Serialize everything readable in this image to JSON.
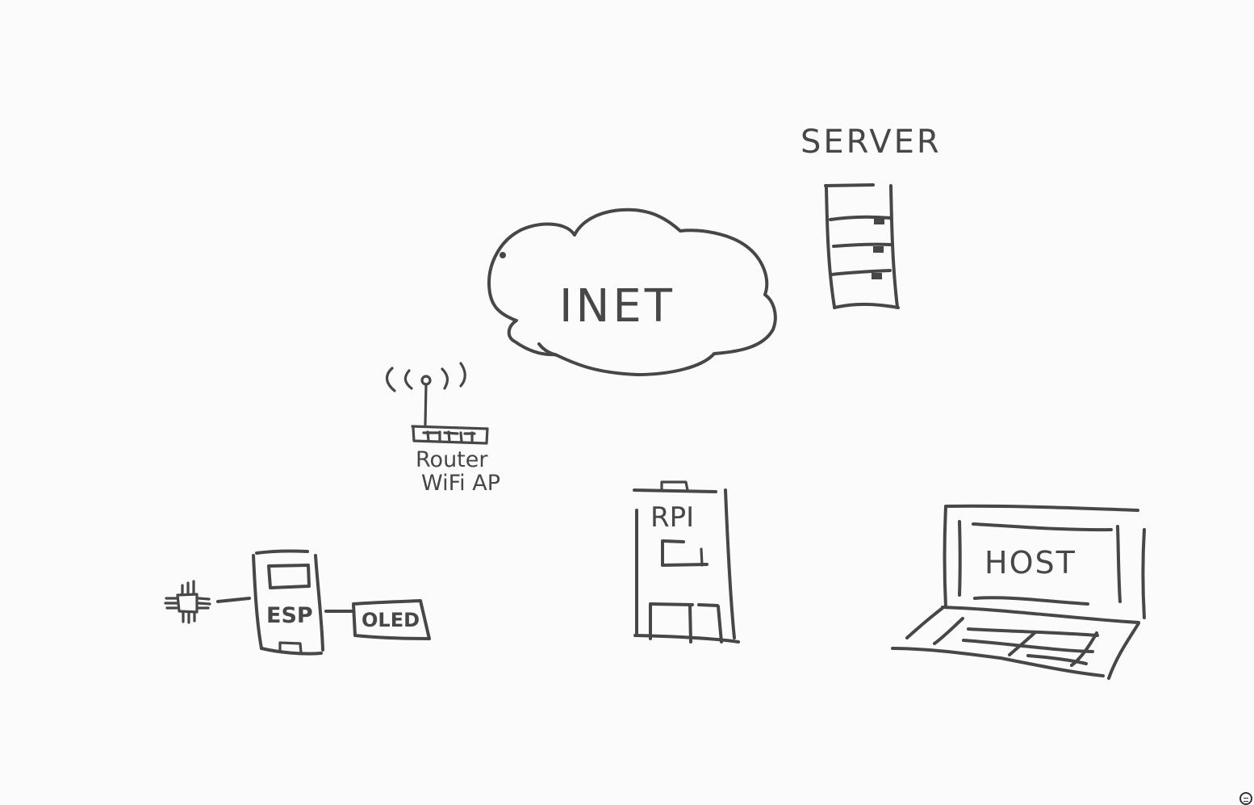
{
  "diagram": {
    "title": "Network sketch",
    "nodes": [
      {
        "id": "server",
        "label": "SERVER",
        "icon": "server-rack-icon"
      },
      {
        "id": "inet",
        "label": "INET",
        "icon": "cloud-icon"
      },
      {
        "id": "router",
        "label_line1": "Router",
        "label_line2": "WiFi AP",
        "icon": "wifi-router-icon"
      },
      {
        "id": "esp",
        "label": "ESP",
        "icon": "microcontroller-board-icon"
      },
      {
        "id": "sensor",
        "label": "",
        "icon": "chip-icon"
      },
      {
        "id": "oled",
        "label": "OLED",
        "icon": "display-module-icon"
      },
      {
        "id": "rpi",
        "label": "RPI",
        "icon": "raspberry-pi-icon"
      },
      {
        "id": "host",
        "label": "HOST",
        "icon": "laptop-icon"
      }
    ],
    "edges": [
      {
        "from": "sensor",
        "to": "esp"
      },
      {
        "from": "esp",
        "to": "oled"
      }
    ]
  },
  "labels": {
    "server": "SERVER",
    "inet": "INET",
    "router_line1": "Router",
    "router_line2": "WiFi AP",
    "esp": "ESP",
    "oled": "OLED",
    "rpi": "RPI",
    "host": "HOST"
  },
  "colors": {
    "ink": "#474747",
    "background": "#fbfbfb"
  }
}
